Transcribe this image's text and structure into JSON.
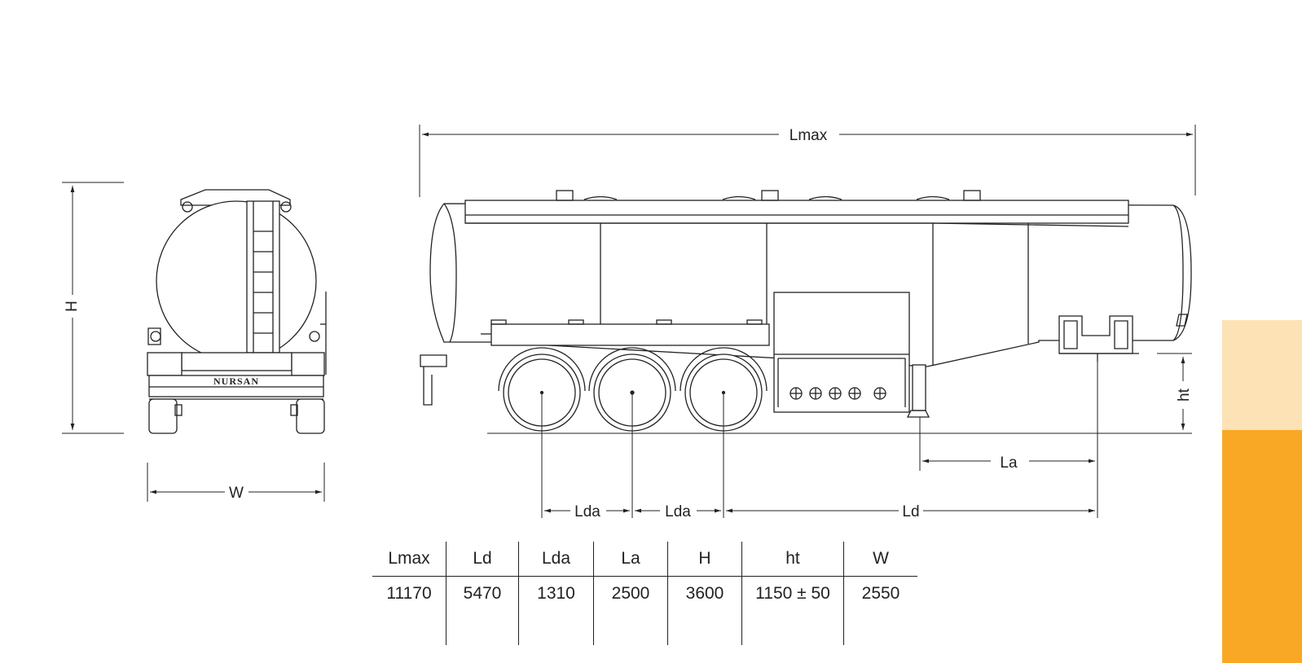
{
  "brand_text": "NURSAN",
  "dimension_labels": {
    "Lmax": "Lmax",
    "H": "H",
    "W": "W",
    "ht": "ht",
    "La": "La",
    "Lda_1": "Lda",
    "Lda_2": "Lda",
    "Ld": "Ld"
  },
  "spec_table": {
    "headers": [
      "Lmax",
      "Ld",
      "Lda",
      "La",
      "H",
      "ht",
      "W"
    ],
    "values": [
      "11170",
      "5470",
      "1310",
      "2500",
      "3600",
      "1150 ± 50",
      "2550"
    ]
  },
  "colors": {
    "line": "#222222",
    "accent_light": "#fde2b5",
    "accent_dark": "#f9a825"
  }
}
